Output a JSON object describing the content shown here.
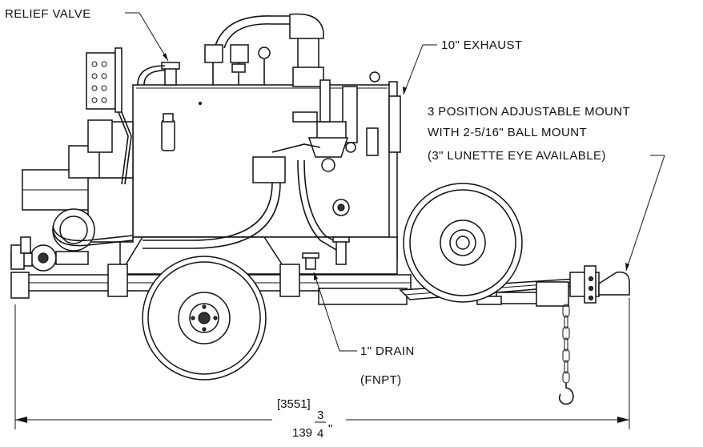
{
  "callouts": {
    "relief_valve": "RELIEF VALVE",
    "exhaust": "10\" EXHAUST",
    "mount_line1": "3 POSITION ADJUSTABLE MOUNT",
    "mount_line2": "WITH 2-5/16\" BALL MOUNT",
    "mount_line3": "(3\" LUNETTE EYE AVAILABLE)",
    "drain_line1": "1\" DRAIN",
    "drain_line2": "(FNPT)"
  },
  "dimension": {
    "metric": "[3551]",
    "whole": "139",
    "numerator": "3",
    "denominator": "4",
    "unit": "\""
  }
}
